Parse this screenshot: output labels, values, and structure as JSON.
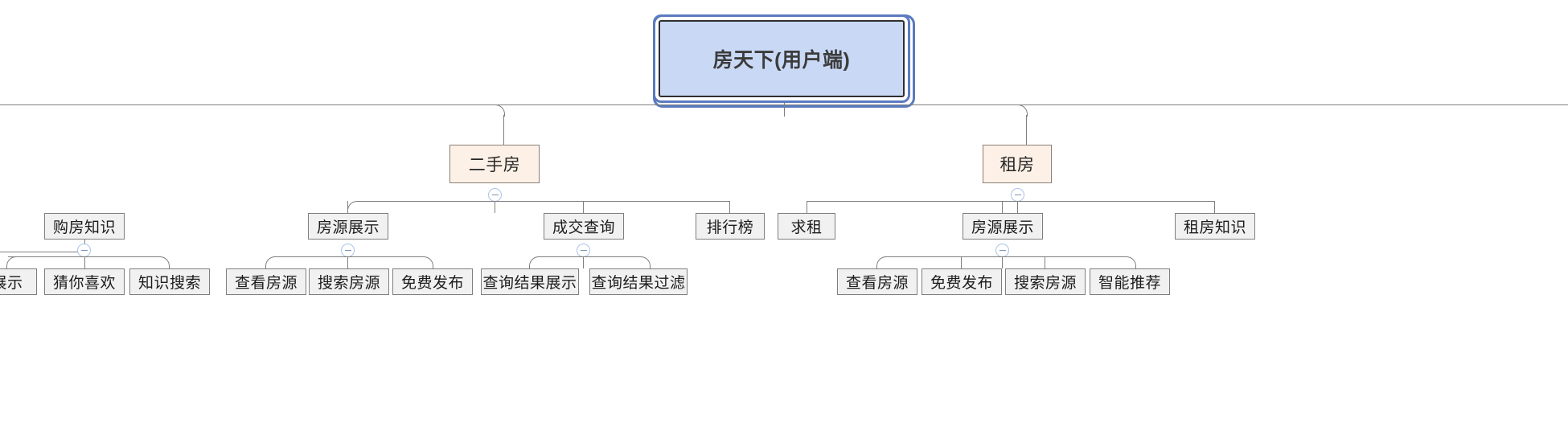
{
  "diagram": {
    "type": "mindmap-tree",
    "title_text": "房天下(用户端)",
    "colors": {
      "root_fill": "#c9d9f5",
      "root_border": "#5b7bc0",
      "level2_fill": "#fdf1e7",
      "level2_border": "#8a8075",
      "node_fill": "#f1f1f1",
      "node_border": "#7f7f7f",
      "connector": "#7f7f7f",
      "toggle_border": "#a9c2e8"
    },
    "toggle_glyph": "minus"
  },
  "root": {
    "label": "房天下(用户端)"
  },
  "branches": [
    {
      "label": "二手房",
      "children": [
        {
          "label": "房源展示",
          "children": [
            {
              "label": "查看房源"
            },
            {
              "label": "搜索房源"
            },
            {
              "label": "免费发布"
            }
          ]
        },
        {
          "label": "成交查询",
          "children": [
            {
              "label": "查询结果展示"
            },
            {
              "label": "查询结果过滤"
            }
          ]
        },
        {
          "label": "排行榜",
          "children": []
        }
      ]
    },
    {
      "label": "租房",
      "children": [
        {
          "label": "求租",
          "children": []
        },
        {
          "label": "房源展示",
          "children": [
            {
              "label": "查看房源"
            },
            {
              "label": "免费发布"
            },
            {
              "label": "搜索房源"
            },
            {
              "label": "智能推荐"
            }
          ]
        },
        {
          "label": "租房知识",
          "children": []
        }
      ]
    }
  ],
  "offscreen_left": {
    "note_hidden_parent": "购房知识",
    "children": [
      {
        "label": "展示"
      },
      {
        "label": "猜你喜欢"
      },
      {
        "label": "知识搜索"
      }
    ]
  },
  "nodes": {
    "root": "房天下(用户端)",
    "l2_ershoufang": "二手房",
    "l2_zufang": "租房",
    "l3_goufangzhishi": "购房知识",
    "l3_fangyuanzhanshi_a": "房源展示",
    "l3_chengjiaochaxun": "成交查询",
    "l3_paihangbang": "排行榜",
    "l3_qiuzu": "求租",
    "l3_fangyuanzhanshi_b": "房源展示",
    "l3_zufangzhishi": "租房知识",
    "leaf_zhanshi": "展示",
    "leaf_cainixihuan": "猜你喜欢",
    "leaf_zhishisousuo": "知识搜索",
    "leaf_chakanfangyuan_a": "查看房源",
    "leaf_suosuofangyuan_a": "搜索房源",
    "leaf_mianfeifabu_a": "免费发布",
    "leaf_chaxunjieguozhanshi": "查询结果展示",
    "leaf_chaxunjieguoguolv": "查询结果过滤",
    "leaf_chakanfangyuan_b": "查看房源",
    "leaf_mianfeifabu_b": "免费发布",
    "leaf_suosuofangyuan_b": "搜索房源",
    "leaf_zhinengtuijian": "智能推荐"
  }
}
